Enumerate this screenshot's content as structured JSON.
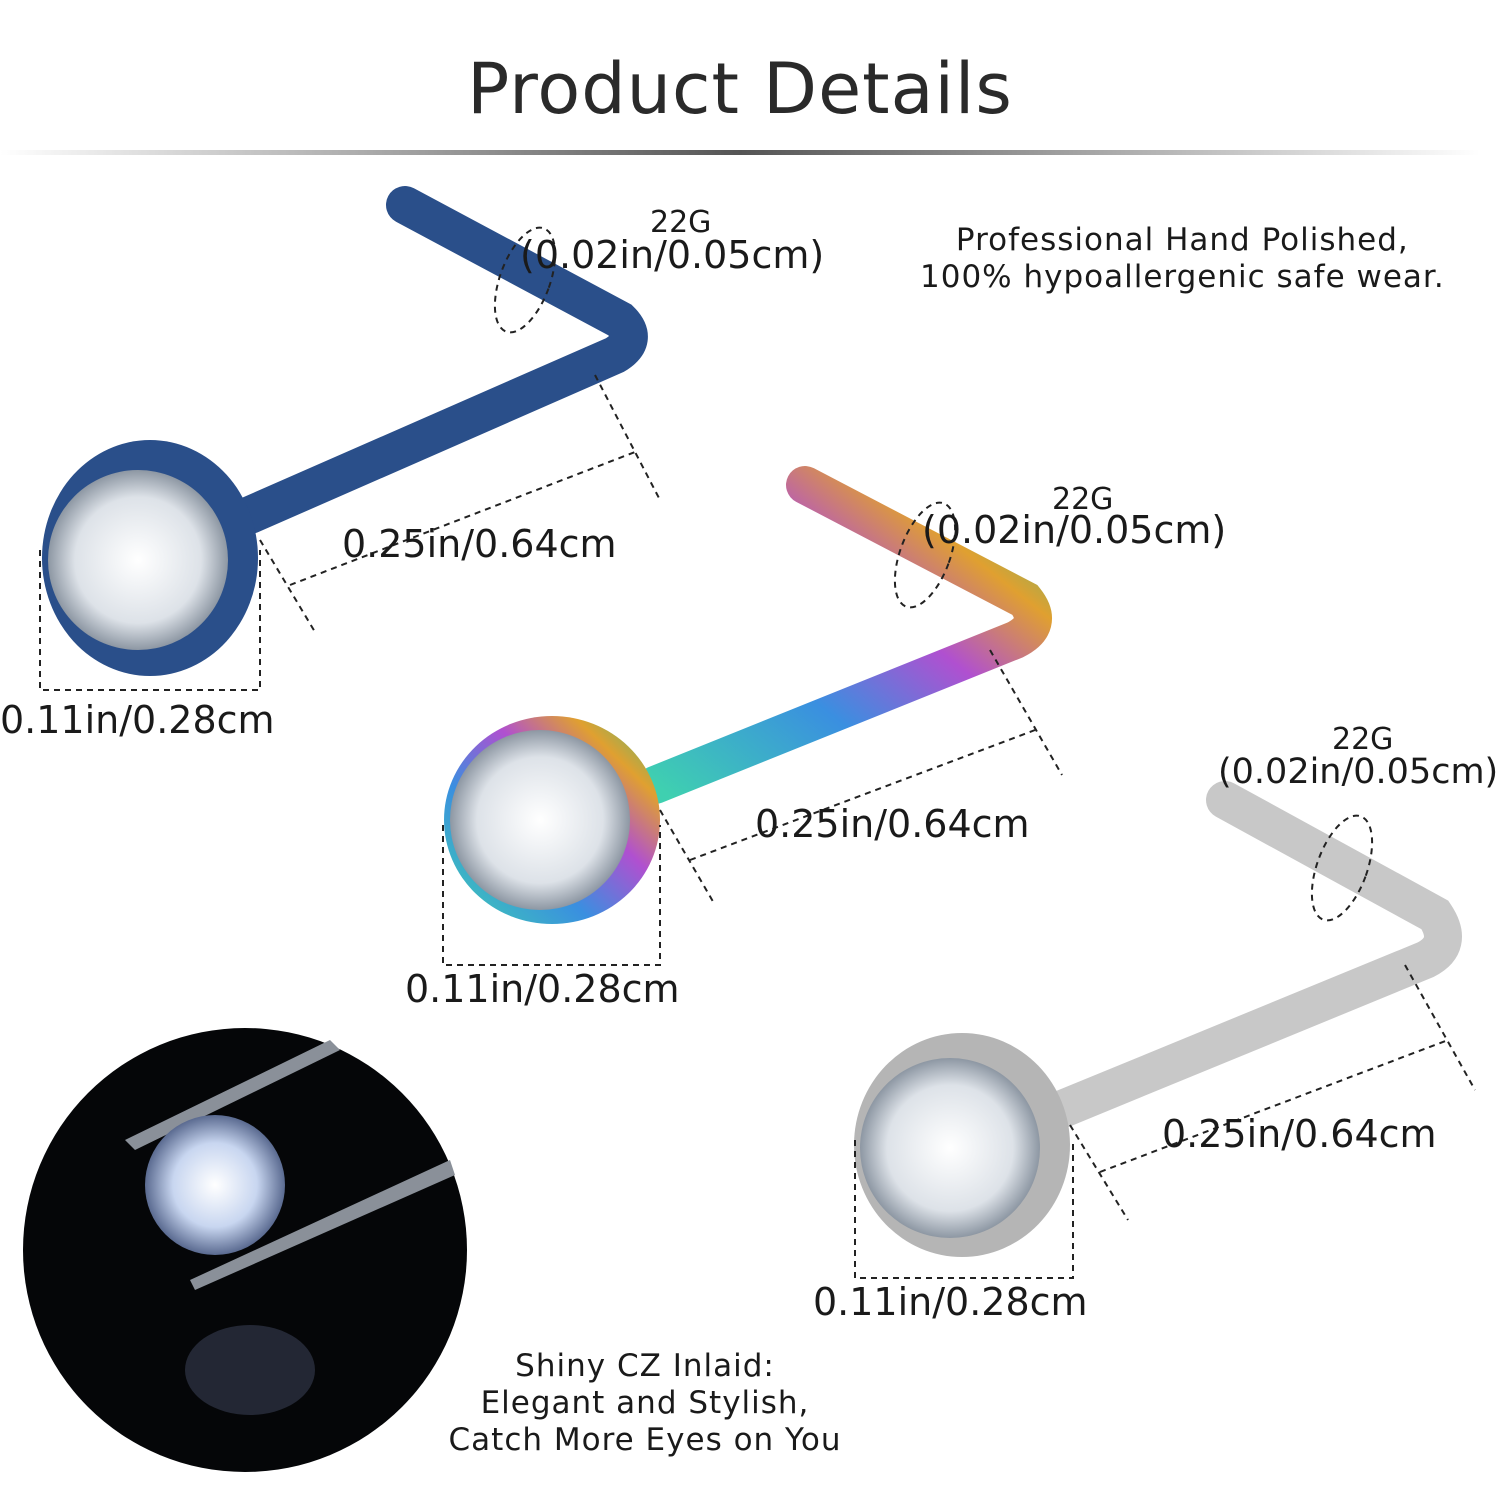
{
  "title": "Product Details",
  "feature_note": {
    "line1": "Professional Hand Polished,",
    "line2": "100% hypoallergenic safe wear."
  },
  "studs": [
    {
      "color": "blue",
      "gauge": "22G",
      "gauge_size": "(0.02in/0.05cm)",
      "length": "0.25in/0.64cm",
      "diameter": "0.11in/0.28cm"
    },
    {
      "color": "rainbow",
      "gauge": "22G",
      "gauge_size": "(0.02in/0.05cm)",
      "length": "0.25in/0.64cm",
      "diameter": "0.11in/0.28cm"
    },
    {
      "color": "silver",
      "gauge": "22G",
      "gauge_size": "(0.02in/0.05cm)",
      "length": "0.25in/0.64cm",
      "diameter": "0.11in/0.28cm"
    }
  ],
  "cz_note": {
    "line1": "Shiny CZ Inlaid:",
    "line2": "Elegant and Stylish,",
    "line3": "Catch More Eyes on You"
  },
  "colors": {
    "blue": "#2a4f8a",
    "silver": "#c8c8c8",
    "background": "#ffffff"
  }
}
